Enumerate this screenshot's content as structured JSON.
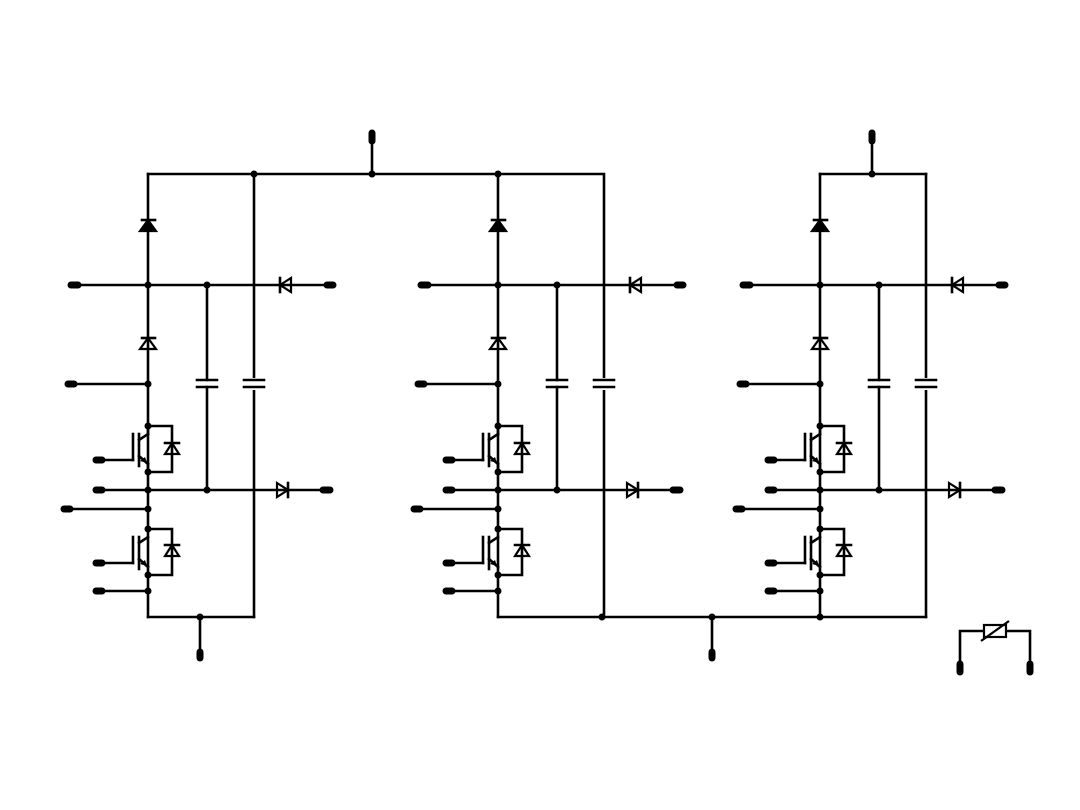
{
  "diagram": {
    "kind": "power-electronics-schematic",
    "line_color": "#000000",
    "background_color": "#ffffff",
    "module_count": 3,
    "components_per_module": {
      "diode": 4,
      "igbt_with_antiparallel_diode": 2,
      "capacitor": 2
    },
    "extra_components": [
      "thermistor"
    ],
    "text_labels": []
  }
}
